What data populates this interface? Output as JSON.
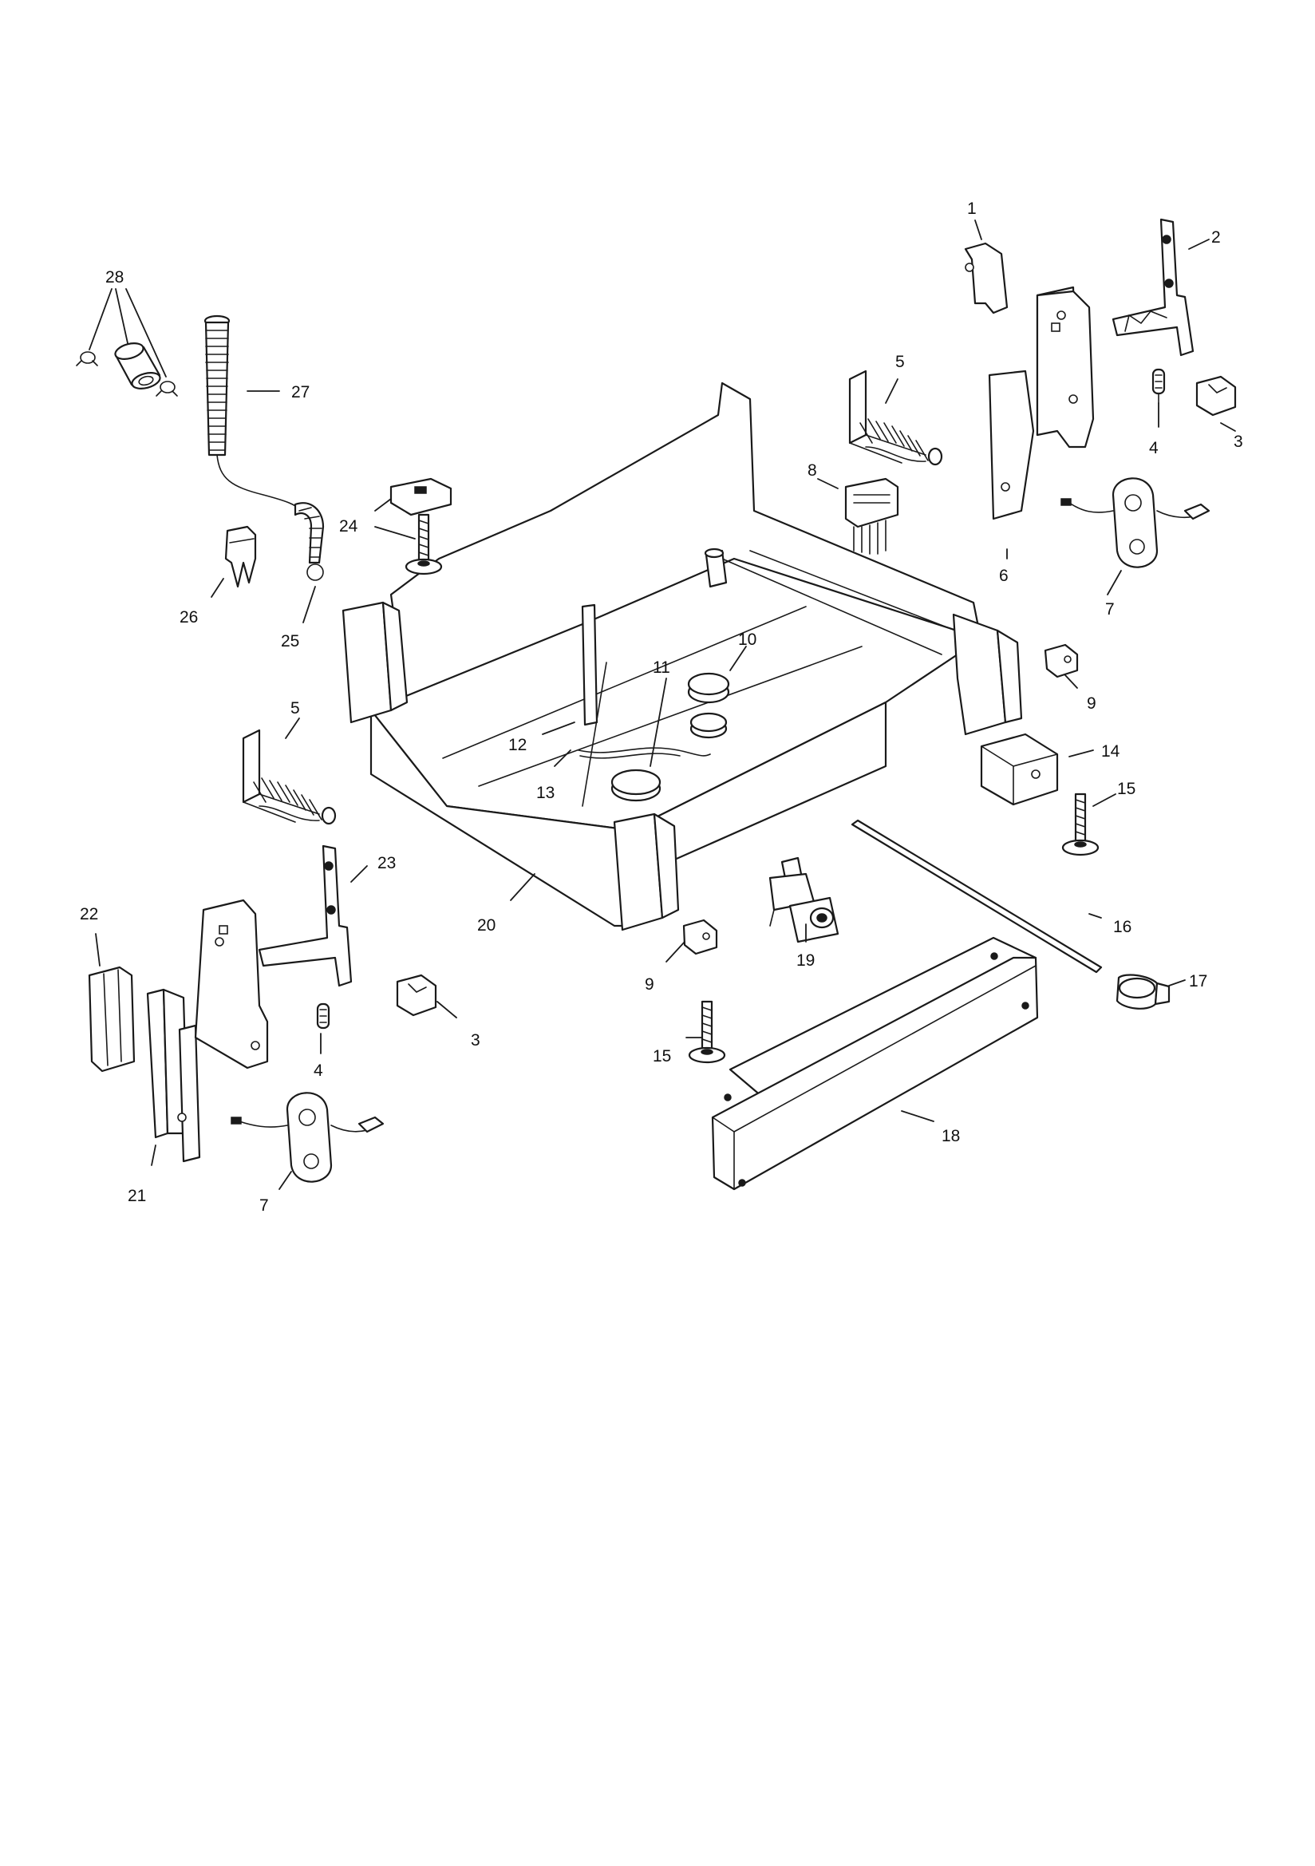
{
  "callouts": [
    {
      "id": "c1",
      "label": "1"
    },
    {
      "id": "c2",
      "label": "2"
    },
    {
      "id": "c3a",
      "label": "3"
    },
    {
      "id": "c3b",
      "label": "3"
    },
    {
      "id": "c4a",
      "label": "4"
    },
    {
      "id": "c4b",
      "label": "4"
    },
    {
      "id": "c5a",
      "label": "5"
    },
    {
      "id": "c5b",
      "label": "5"
    },
    {
      "id": "c6",
      "label": "6"
    },
    {
      "id": "c7a",
      "label": "7"
    },
    {
      "id": "c7b",
      "label": "7"
    },
    {
      "id": "c8",
      "label": "8"
    },
    {
      "id": "c9a",
      "label": "9"
    },
    {
      "id": "c9b",
      "label": "9"
    },
    {
      "id": "c10",
      "label": "10"
    },
    {
      "id": "c11",
      "label": "11"
    },
    {
      "id": "c12",
      "label": "12"
    },
    {
      "id": "c13",
      "label": "13"
    },
    {
      "id": "c14",
      "label": "14"
    },
    {
      "id": "c15a",
      "label": "15"
    },
    {
      "id": "c15b",
      "label": "15"
    },
    {
      "id": "c16",
      "label": "16"
    },
    {
      "id": "c17",
      "label": "17"
    },
    {
      "id": "c18",
      "label": "18"
    },
    {
      "id": "c19",
      "label": "19"
    },
    {
      "id": "c20",
      "label": "20"
    },
    {
      "id": "c21",
      "label": "21"
    },
    {
      "id": "c22",
      "label": "22"
    },
    {
      "id": "c23",
      "label": "23"
    },
    {
      "id": "c24",
      "label": "24"
    },
    {
      "id": "c25",
      "label": "25"
    },
    {
      "id": "c26",
      "label": "26"
    },
    {
      "id": "c27",
      "label": "27"
    },
    {
      "id": "c28",
      "label": "28"
    }
  ]
}
